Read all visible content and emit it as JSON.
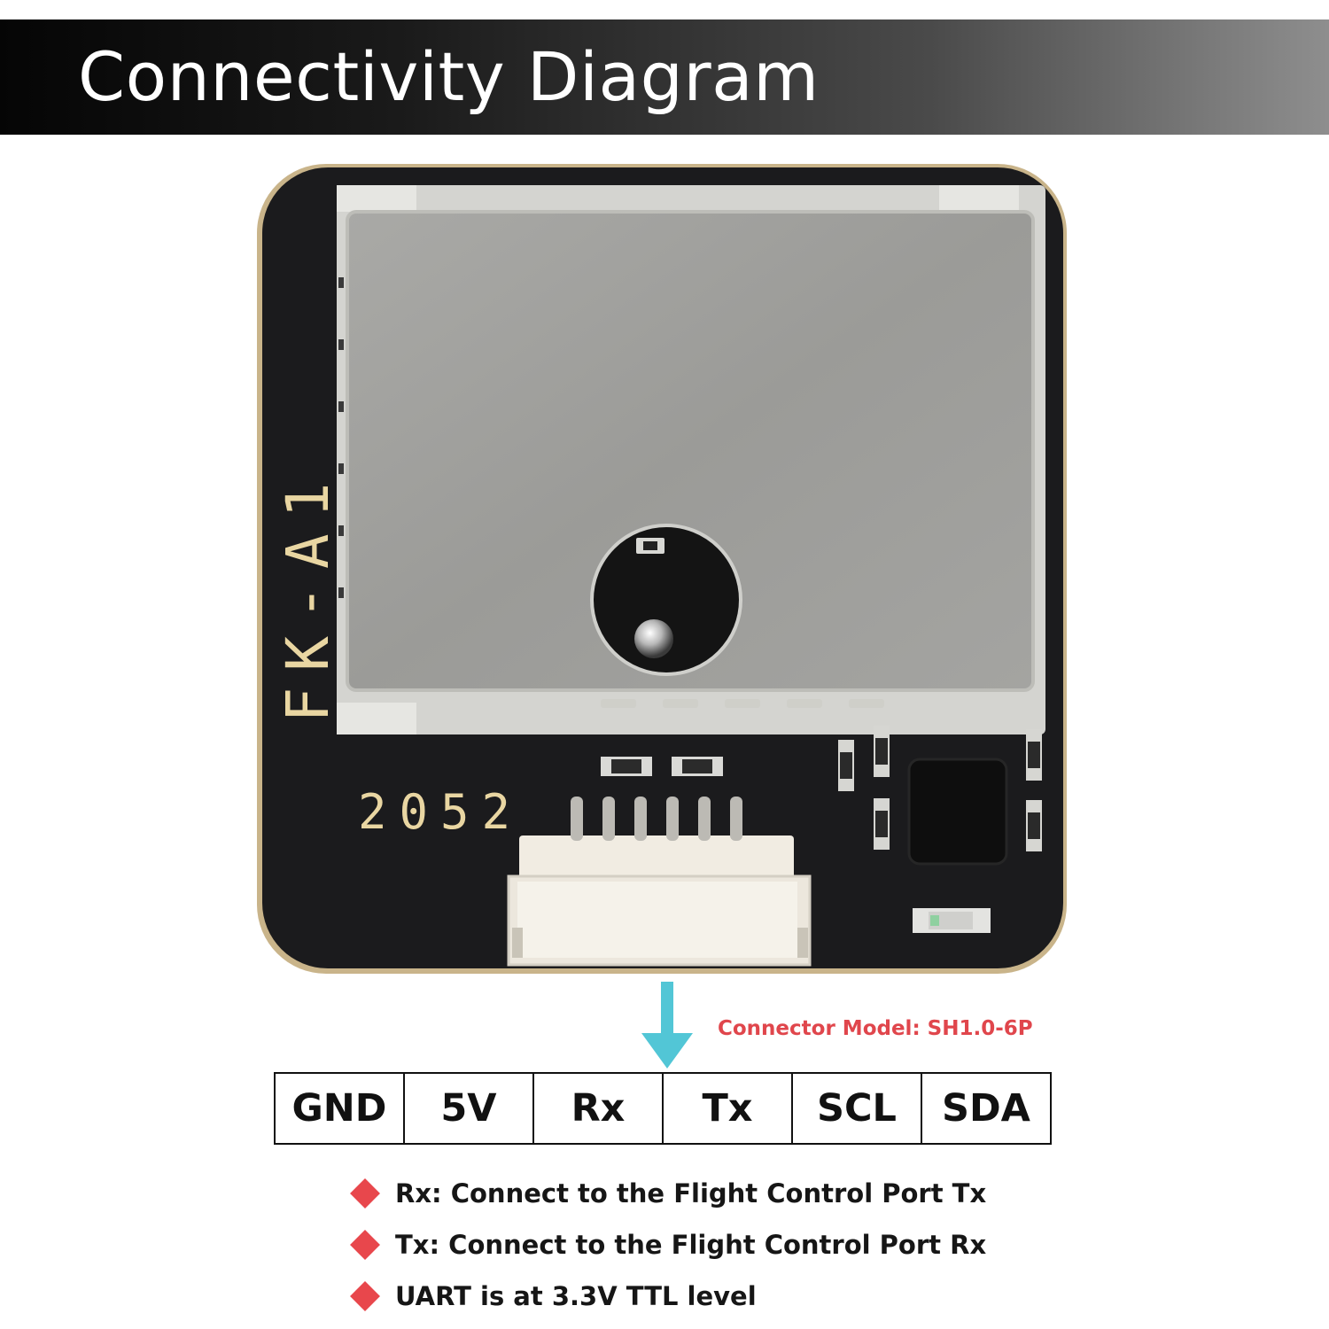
{
  "header": {
    "title": "Connectivity Diagram"
  },
  "board": {
    "model_marking": "FK-A1",
    "board_number": "2052",
    "colors": {
      "pcb": "#1b1b1d",
      "edge": "#c9b48a",
      "shield": "#9e9e9c",
      "silkscreen": "#e9d6a2",
      "connector": "#ece7dd"
    }
  },
  "connector": {
    "label": "Connector Model: SH1.0-6P",
    "arrow_color": "#52c6d6",
    "pins": [
      "GND",
      "5V",
      "Rx",
      "Tx",
      "SCL",
      "SDA"
    ]
  },
  "notes": [
    "Rx: Connect to the Flight Control Port Tx",
    "Tx: Connect to the Flight Control Port Rx",
    "UART is at 3.3V TTL level"
  ],
  "accent_color": "#e8474c"
}
